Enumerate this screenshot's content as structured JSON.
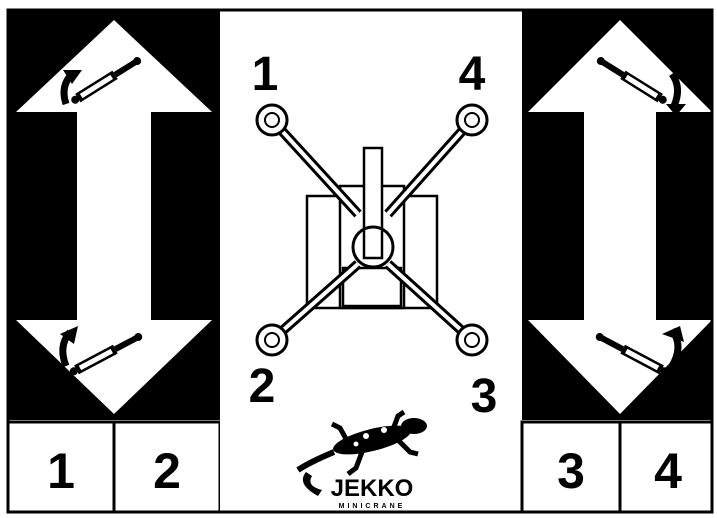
{
  "left_panel": {
    "cell_labels": [
      "1",
      "2"
    ]
  },
  "right_panel": {
    "cell_labels": [
      "3",
      "4"
    ]
  },
  "center_panel": {
    "outrigger_labels": {
      "top_left": "1",
      "bottom_left": "2",
      "bottom_right": "3",
      "top_right": "4"
    }
  },
  "logo": {
    "brand": "JEKKO",
    "tagline": "MINICRANE"
  },
  "icons": {
    "up_arrow": "up-arrow-icon",
    "down_arrow": "down-arrow-icon",
    "cylinder": "hydraulic-cylinder-icon",
    "rotate": "curved-arrow-icon",
    "crane": "crane-topview-icon",
    "lizard": "lizard-logo-icon"
  },
  "colors": {
    "ink": "#000000",
    "paper": "#ffffff"
  }
}
